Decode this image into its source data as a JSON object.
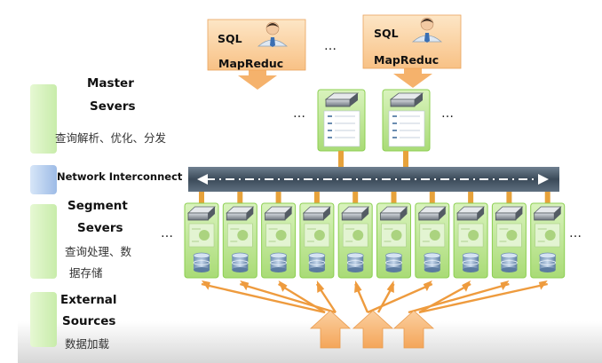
{
  "tiers": {
    "master": {
      "title_line1": "Master",
      "title_line2": "Severs",
      "desc": "查询解析、优化、分发"
    },
    "network": {
      "title": "Network Interconnect"
    },
    "segment": {
      "title_line1": "Segment",
      "title_line2": "Severs",
      "desc_line1": "查询处理、数",
      "desc_line2": "据存储"
    },
    "external": {
      "title_line1": "External",
      "title_line2": "Sources",
      "desc": "数据加载"
    }
  },
  "clients": [
    {
      "line1": "SQL",
      "line2": "MapReduc"
    },
    {
      "line1": "SQL",
      "line2": "MapReduc"
    }
  ],
  "ellipsis": "…",
  "counts": {
    "master_nodes": 2,
    "segment_nodes": 10,
    "input_arrows": 3
  },
  "colors": {
    "tier_bar": "#d8f3c0",
    "network_bar": "#b8d0ee",
    "node_fill": "#c2e79a",
    "node_border": "#8ccf52",
    "client_fill": "#fbd3a2",
    "arrow_orange": "#f3a552",
    "network_band": "#4a5a6a",
    "feed_arrow": "#ee9b3e"
  },
  "icons": [
    "user-icon",
    "server-icon",
    "database-icon",
    "panel-icon"
  ]
}
